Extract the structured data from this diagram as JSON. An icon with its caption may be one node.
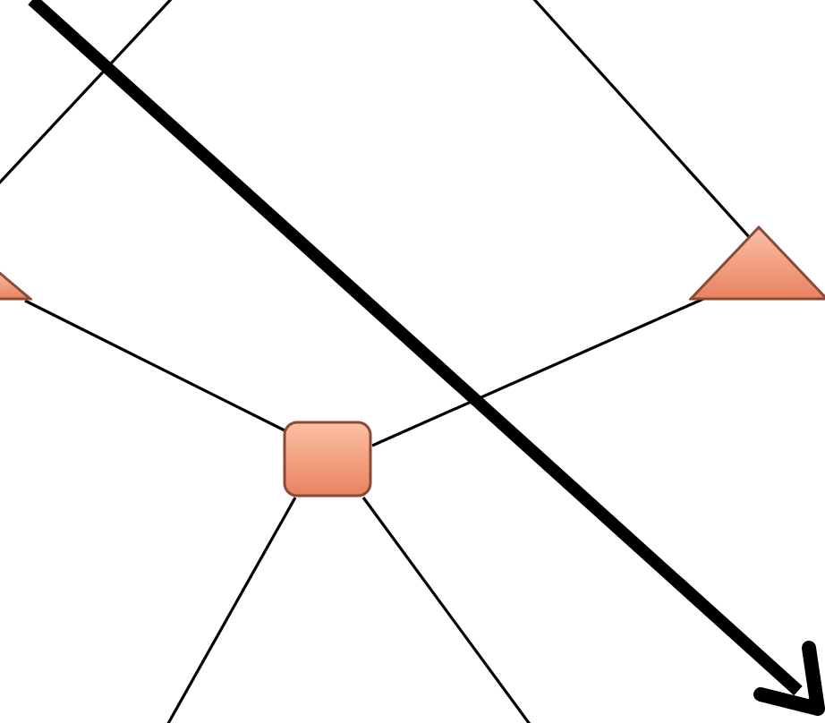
{
  "diagram": {
    "nodes": [
      {
        "text": [],
        "shape": "triangle"
      },
      {
        "text": [],
        "shape": "triangle"
      },
      {
        "text": [],
        "shape": "box"
      }
    ],
    "edges": [
      {
        "from": 2,
        "to": 0,
        "arrow": "none"
      },
      {
        "from": 2,
        "to": 1,
        "arrow": "none"
      },
      {
        "from": 2,
        "to": null,
        "arrow": "none"
      },
      {
        "from": 2,
        "to": null,
        "arrow": "none"
      },
      {
        "from": null,
        "to": 1,
        "arrow": "none"
      }
    ]
  }
}
